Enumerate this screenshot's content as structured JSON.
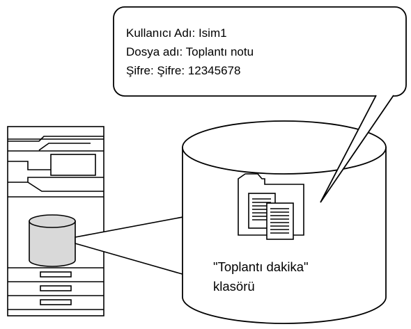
{
  "callout": {
    "line1": "Kullanıcı Adı: Isim1",
    "line2": "Dosya adı: Toplantı notu",
    "line3": "Şifre: Şifre: 12345678"
  },
  "storage": {
    "label_line1": "\"Toplantı dakika\"",
    "label_line2": "klasörü"
  },
  "icons": {
    "folder": "folder-with-documents-icon",
    "printer": "multifunction-printer-icon",
    "storage": "hard-disk-cylinder-icon"
  },
  "colors": {
    "stroke": "#000000",
    "disk_fill": "#d9d9d9",
    "background": "#ffffff"
  }
}
